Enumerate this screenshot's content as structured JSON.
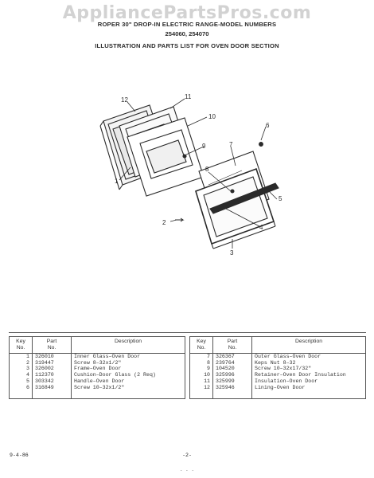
{
  "watermark": "AppliancePartsPros.com",
  "header": {
    "line1": "ROPER 30\" DROP-IN ELECTRIC RANGE-MODEL NUMBERS",
    "line2": "254060, 254070",
    "line3": "ILLUSTRATION AND PARTS LIST FOR OVEN DOOR SECTION"
  },
  "diagram": {
    "callouts": [
      "1",
      "2",
      "3",
      "4",
      "5",
      "6",
      "7",
      "8",
      "9",
      "10",
      "11",
      "12"
    ]
  },
  "table_headers": {
    "key": "Key\nNo.",
    "part": "Part\nNo.",
    "description": "Description"
  },
  "parts_left": [
    {
      "key": "1",
      "part": "326010",
      "desc": "Inner Glass–Oven Door"
    },
    {
      "key": "2",
      "part": "319447",
      "desc": "Screw 8–32x1/2\""
    },
    {
      "key": "3",
      "part": "326002",
      "desc": "Frame–Oven Door"
    },
    {
      "key": "4",
      "part": "112370",
      "desc": "Cushion–Door Glass (2 Req)"
    },
    {
      "key": "5",
      "part": "303342",
      "desc": "Handle–Oven Door"
    },
    {
      "key": "6",
      "part": "316849",
      "desc": "Screw 10–32x1/2\""
    }
  ],
  "parts_right": [
    {
      "key": "7",
      "part": "326367",
      "desc": "Outer Glass–Oven Door"
    },
    {
      "key": "8",
      "part": "239764",
      "desc": "Keps Nut 8–32"
    },
    {
      "key": "9",
      "part": "104520",
      "desc": "Screw 10–32x17/32\""
    },
    {
      "key": "10",
      "part": "325996",
      "desc": "Retainer–Oven Door Insulation"
    },
    {
      "key": "11",
      "part": "325999",
      "desc": "Insulation–Oven Door"
    },
    {
      "key": "12",
      "part": "325946",
      "desc": "Lining–Oven Door"
    }
  ],
  "footer": {
    "date": "9-4-86",
    "page": "-2-",
    "dots": ". . ."
  }
}
